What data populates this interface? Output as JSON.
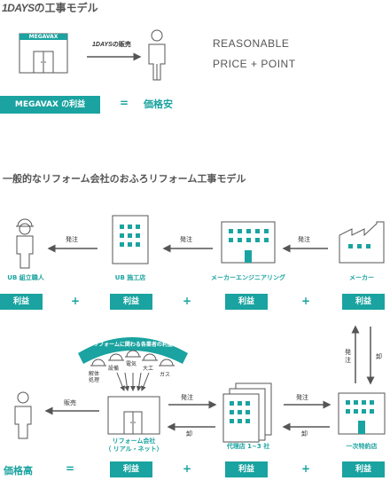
{
  "header": {
    "brand": "1DAYS",
    "title_suffix": "の工事モデル"
  },
  "model1": {
    "store_name": "MEGAVAX",
    "arrow_brand": "1DAYS",
    "arrow_suffix": "の販売",
    "reasonable_line1": "REASONABLE",
    "reasonable_line2": "PRICE + POINT",
    "profit_box": "MEGAVAX の利益",
    "equals": "=",
    "result": "価格安"
  },
  "section2": {
    "title": "一般的なリフォーム会社のおふろリフォーム工事モデル"
  },
  "row1": {
    "nodes": [
      {
        "label": "UB 組立職人"
      },
      {
        "label": "UB 施工店"
      },
      {
        "label": "メーカーエンジニアリング"
      },
      {
        "label": "メーカー"
      }
    ],
    "arrows": [
      "発注",
      "発注",
      "発注"
    ],
    "profit": "利益",
    "plus": "+"
  },
  "row2": {
    "arc_text": "リフォームに関わる各業者の利益",
    "contractors": [
      "解体処理",
      "設備",
      "電気",
      "大工",
      "ガス"
    ],
    "sale_label": "販売",
    "order1": "発注",
    "wholesale1": "卸",
    "order2": "発注",
    "wholesale2": "卸",
    "vertical_order": "発注",
    "vertical_wholesale": "卸",
    "company_label_line1": "リフォーム会社",
    "company_label_line2": "（ リアル・ネット）",
    "agency_label": "代理店 1~3 社",
    "wholesaler_label": "一次特約店"
  },
  "bottom": {
    "result": "価格高",
    "equals": "=",
    "profit": "利益",
    "plus": "+"
  },
  "colors": {
    "accent": "#1aa3a0",
    "line": "#555555"
  }
}
